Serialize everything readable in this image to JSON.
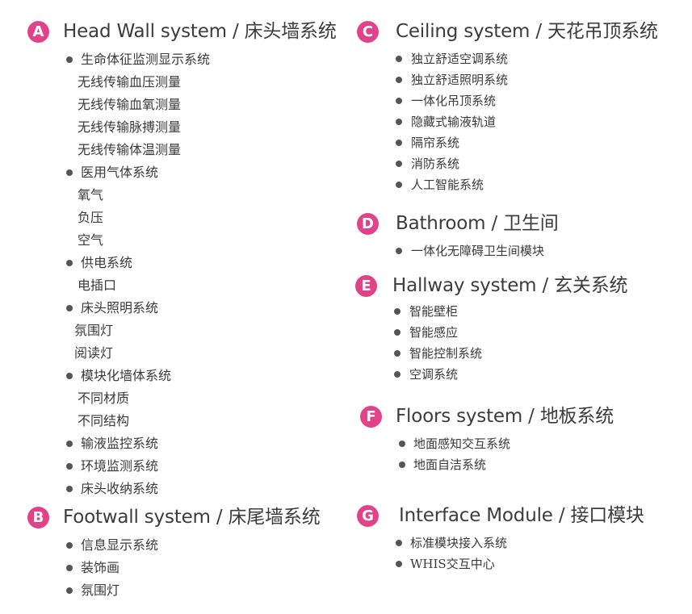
{
  "colors": {
    "badge": "#e0438a",
    "bullet": "#555555",
    "text": "#3a3a3a"
  },
  "sections": {
    "A": {
      "letter": "A",
      "title": "Head Wall system / 床头墙系统",
      "items": [
        {
          "text": "生命体征监测显示系统",
          "bullet": true
        },
        {
          "text": "无线传输血压测量",
          "bullet": false
        },
        {
          "text": "无线传输血氧测量",
          "bullet": false
        },
        {
          "text": "无线传输脉搏测量",
          "bullet": false
        },
        {
          "text": "无线传输体温测量",
          "bullet": false
        },
        {
          "text": "医用气体系统",
          "bullet": true
        },
        {
          "text": "氧气",
          "bullet": false
        },
        {
          "text": "负压",
          "bullet": false
        },
        {
          "text": "空气",
          "bullet": false
        },
        {
          "text": "供电系统",
          "bullet": true
        },
        {
          "text": "电插口",
          "bullet": false
        },
        {
          "text": "床头照明系统",
          "bullet": true
        },
        {
          "text": "氛围灯",
          "bullet": false
        },
        {
          "text": "阅读灯",
          "bullet": false
        },
        {
          "text": "模块化墙体系统",
          "bullet": true
        },
        {
          "text": "不同材质",
          "bullet": false
        },
        {
          "text": "不同结构",
          "bullet": false
        },
        {
          "text": "输液监控系统",
          "bullet": true
        },
        {
          "text": "环境监测系统",
          "bullet": true
        },
        {
          "text": "床头收纳系统",
          "bullet": true
        }
      ]
    },
    "B": {
      "letter": "B",
      "title": "Footwall system / 床尾墙系统",
      "items": [
        {
          "text": "信息显示系统",
          "bullet": true
        },
        {
          "text": "装饰画",
          "bullet": true
        },
        {
          "text": "氛围灯",
          "bullet": true
        }
      ]
    },
    "C": {
      "letter": "C",
      "title": "Ceiling system / 天花吊顶系统",
      "items": [
        {
          "text": "独立舒适空调系统",
          "bullet": true
        },
        {
          "text": "独立舒适照明系统",
          "bullet": true
        },
        {
          "text": "一体化吊顶系统",
          "bullet": true
        },
        {
          "text": "隐藏式输液轨道",
          "bullet": true
        },
        {
          "text": "隔帘系统",
          "bullet": true
        },
        {
          "text": "消防系统",
          "bullet": true
        },
        {
          "text": "人工智能系统",
          "bullet": true
        }
      ]
    },
    "D": {
      "letter": "D",
      "title": "Bathroom / 卫生间",
      "items": [
        {
          "text": "一体化无障碍卫生间模块",
          "bullet": true
        }
      ]
    },
    "E": {
      "letter": "E",
      "title": "Hallway  system / 玄关系统",
      "items": [
        {
          "text": "智能壁柜",
          "bullet": true
        },
        {
          "text": "智能感应",
          "bullet": true
        },
        {
          "text": "智能控制系统",
          "bullet": true
        },
        {
          "text": "空调系统",
          "bullet": true
        }
      ]
    },
    "F": {
      "letter": "F",
      "title": "Floors system / 地板系统",
      "items": [
        {
          "text": "地面感知交互系统",
          "bullet": true
        },
        {
          "text": "地面自洁系统",
          "bullet": true
        }
      ]
    },
    "G": {
      "letter": "G",
      "title": "Interface Module / 接口模块",
      "items": [
        {
          "text": "标准模块接入系统",
          "bullet": true
        },
        {
          "text": "WHIS交互中心",
          "bullet": true
        }
      ]
    }
  }
}
